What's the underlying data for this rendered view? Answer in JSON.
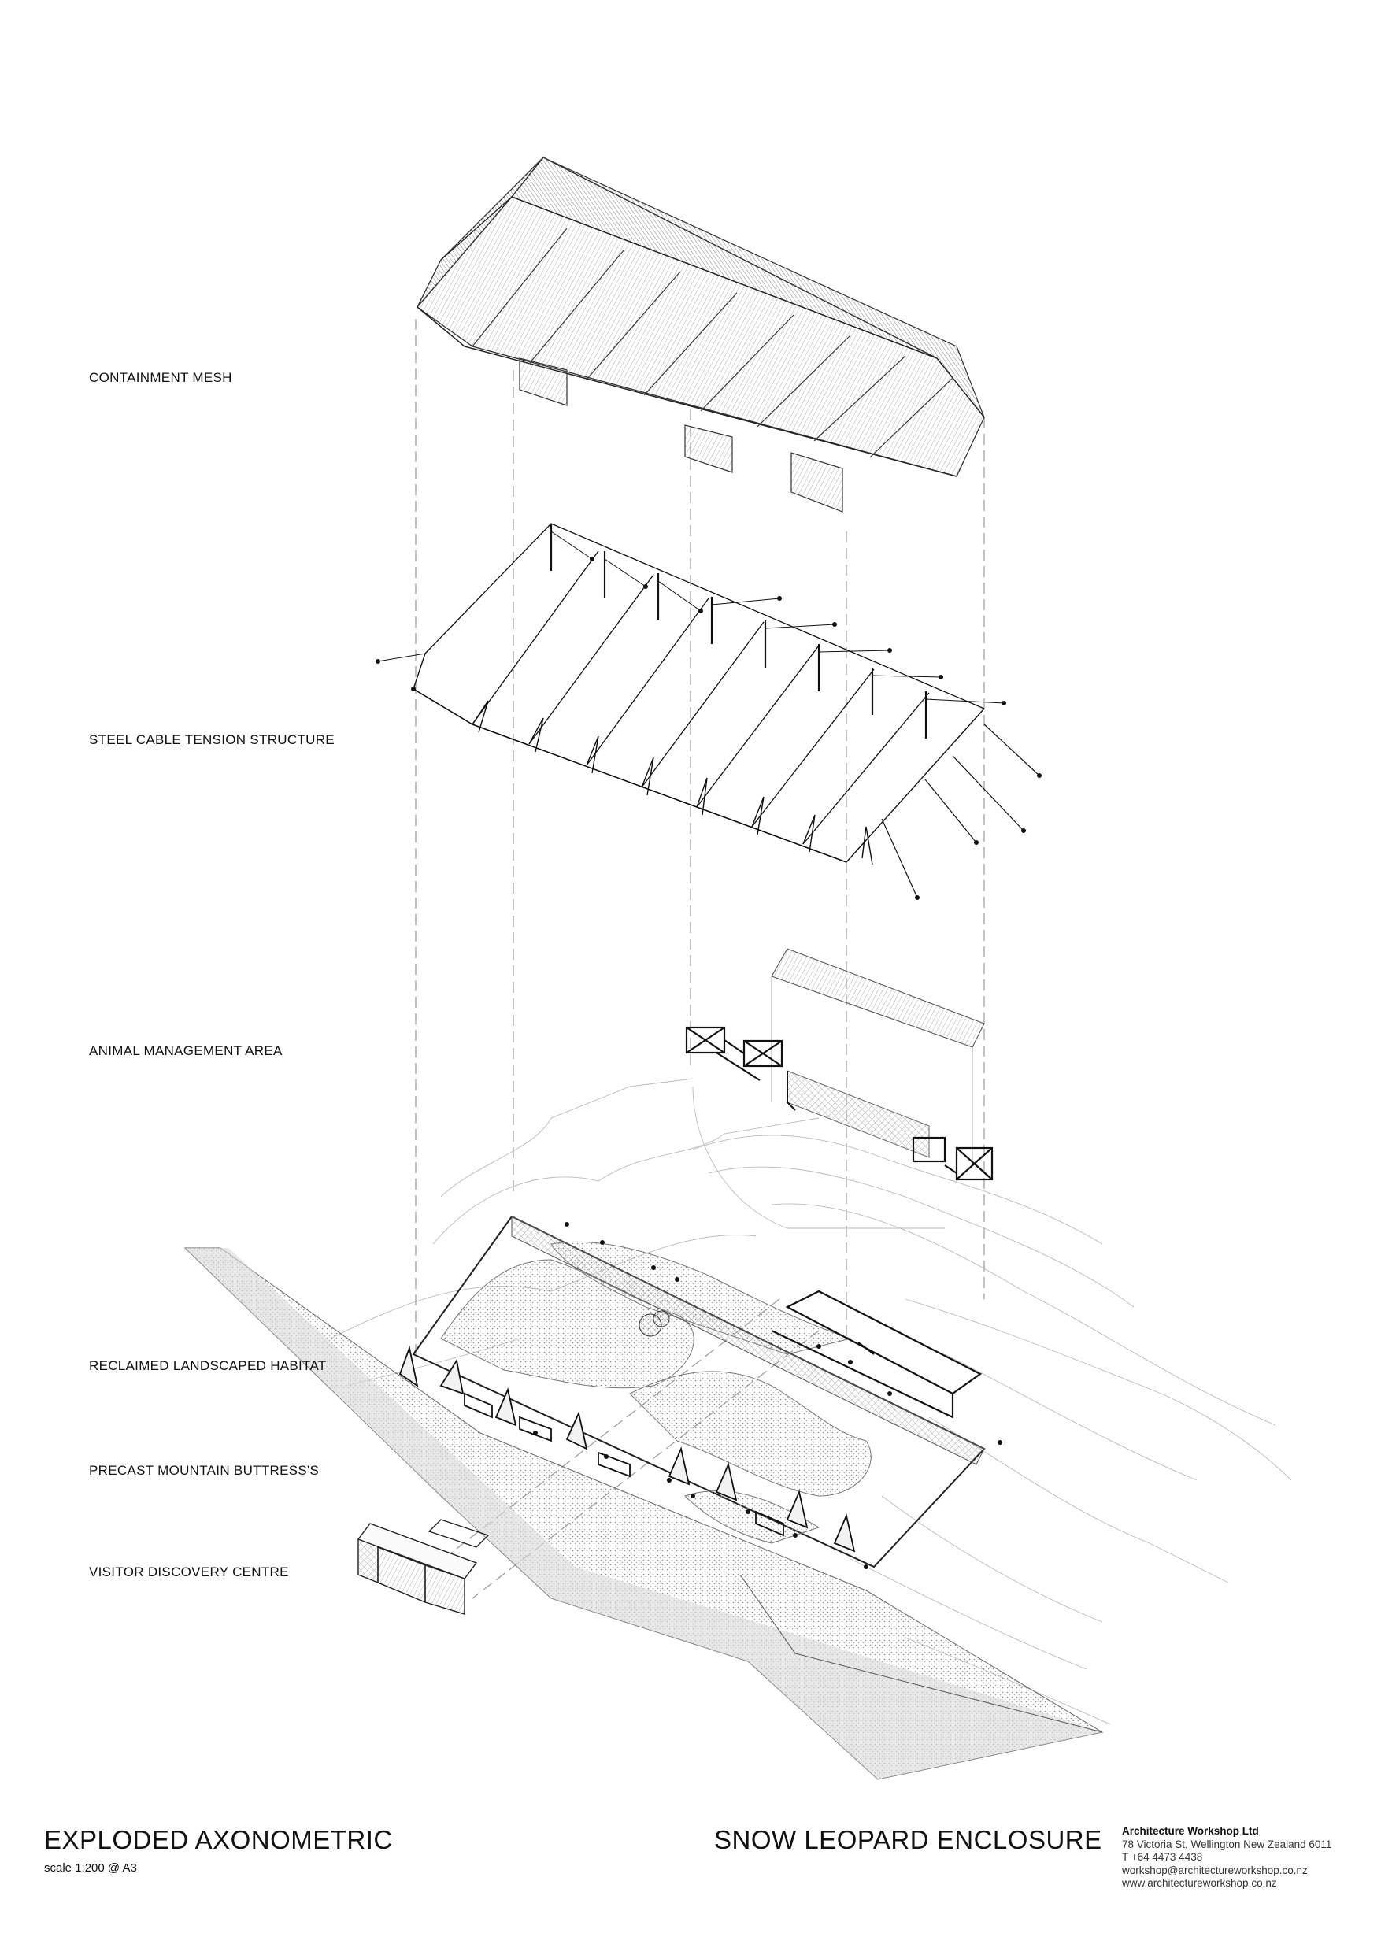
{
  "layers": [
    {
      "id": "containment-mesh",
      "label": "CONTAINMENT MESH"
    },
    {
      "id": "steel-cable",
      "label": "STEEL CABLE TENSION STRUCTURE"
    },
    {
      "id": "animal-management",
      "label": "ANIMAL MANAGEMENT AREA"
    },
    {
      "id": "landscaped-habitat",
      "label": "RECLAIMED LANDSCAPED HABITAT"
    },
    {
      "id": "precast-buttress",
      "label": "PRECAST MOUNTAIN BUTTRESS'S"
    },
    {
      "id": "visitor-centre",
      "label": "VISITOR DISCOVERY CENTRE"
    }
  ],
  "title_block": {
    "drawing_title": "EXPLODED AXONOMETRIC",
    "scale": "scale 1:200 @ A3",
    "project_title": "SNOW LEOPARD ENCLOSURE",
    "firm": {
      "name": "Architecture Workshop Ltd",
      "address": "78 Victoria St, Wellington New Zealand 6011",
      "phone": "T +64 4473 4438",
      "email": "workshop@architectureworkshop.co.nz",
      "web": "www.architectureworkshop.co.nz"
    }
  }
}
